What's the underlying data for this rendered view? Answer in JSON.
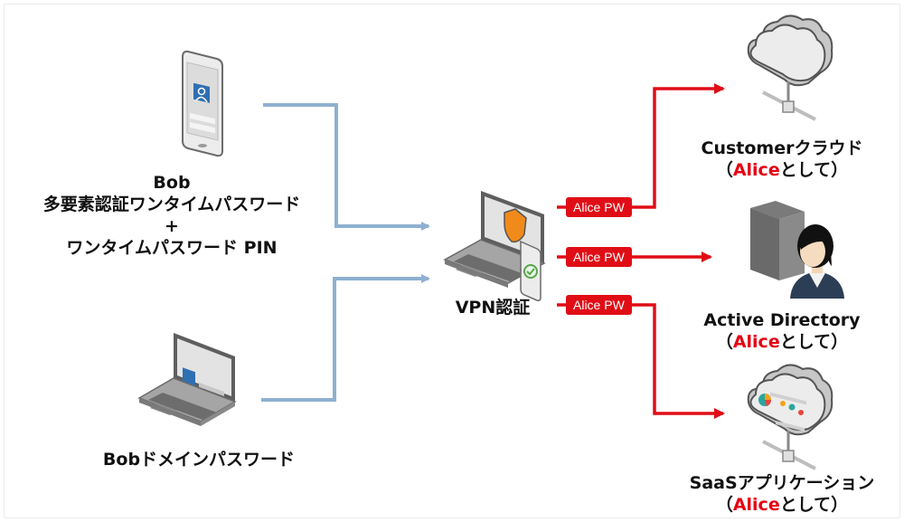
{
  "colors": {
    "blue_line": "#8fb0d2",
    "red_line": "#e00d16",
    "accent_red": "#e60012"
  },
  "sources": [
    {
      "id": "bob-mfa",
      "icon": "smartphone-login-icon",
      "lines": [
        "Bob",
        "多要素認証ワンタイムパスワード",
        "+",
        "ワンタイムパスワード PIN"
      ]
    },
    {
      "id": "bob-domain",
      "icon": "laptop-login-icon",
      "lines": [
        "Bobドメインパスワード"
      ]
    }
  ],
  "hub": {
    "icon": "laptop-shield-icon",
    "label": "VPN認証"
  },
  "badges": [
    "Alice PW",
    "Alice PW",
    "Alice PW"
  ],
  "targets": [
    {
      "id": "customer-cloud",
      "icon": "cloud-network-icon",
      "title": "Customerクラウド",
      "paren_open": "（",
      "highlight": "Alice",
      "suffix": "として",
      "paren_close": "）"
    },
    {
      "id": "active-directory",
      "icon": "server-user-icon",
      "title": "Active Directory",
      "paren_open": "（",
      "highlight": "Alice",
      "suffix": "として",
      "paren_close": "）"
    },
    {
      "id": "saas-app",
      "icon": "cloud-app-icon",
      "title": "SaaSアプリケーション",
      "paren_open": "（",
      "highlight": "Alice",
      "suffix": "として",
      "paren_close": "）"
    }
  ]
}
